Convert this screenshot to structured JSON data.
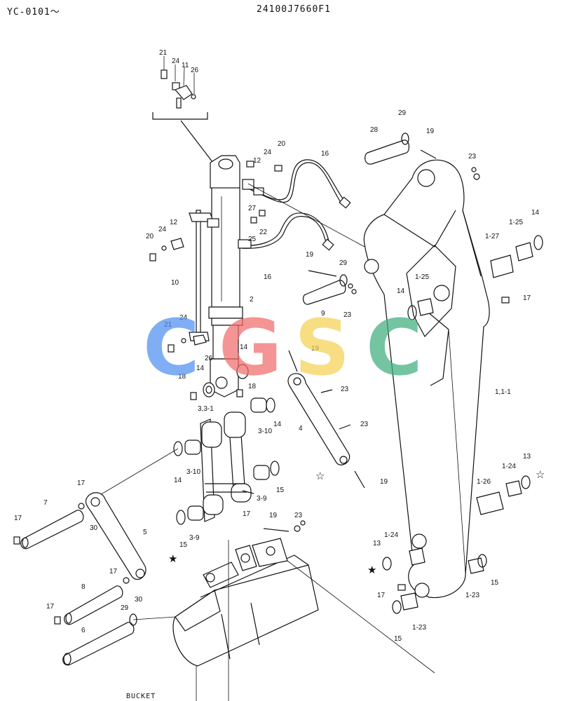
{
  "header": {
    "model_range": "YC-0101～",
    "part_number": "24100J7660F1"
  },
  "footer": {
    "caption": "BUCKET"
  },
  "watermark": {
    "letters": [
      "C",
      "G",
      "S",
      "C"
    ],
    "colors": [
      "#4f8ff0",
      "#f06b6b",
      "#f5d254",
      "#3fae7d"
    ]
  },
  "callouts": [
    "21",
    "24",
    "11",
    "26",
    "12",
    "24",
    "20",
    "16",
    "27",
    "22",
    "25",
    "16",
    "20",
    "24",
    "12",
    "10",
    "2",
    "21",
    "24",
    "26",
    "18",
    "14",
    "14",
    "18",
    "19",
    "23",
    "29",
    "9",
    "23",
    "19",
    "28",
    "29",
    "19",
    "23",
    "1-27",
    "1-25",
    "14",
    "1-25",
    "14",
    "17",
    "1,1-1",
    "3,3-1",
    "3-10",
    "14",
    "14",
    "3-10",
    "4",
    "23",
    "19",
    "15",
    "3-9",
    "17",
    "15",
    "3-9",
    "19",
    "23",
    "7",
    "17",
    "17",
    "30",
    "5",
    "17",
    "8",
    "30",
    "17",
    "29",
    "6",
    "1-24",
    "13",
    "1-26",
    "1-24",
    "13",
    "17",
    "15",
    "1-23",
    "15",
    "1-23"
  ],
  "markers": {
    "star_filled": "★",
    "star_outline": "☆"
  }
}
